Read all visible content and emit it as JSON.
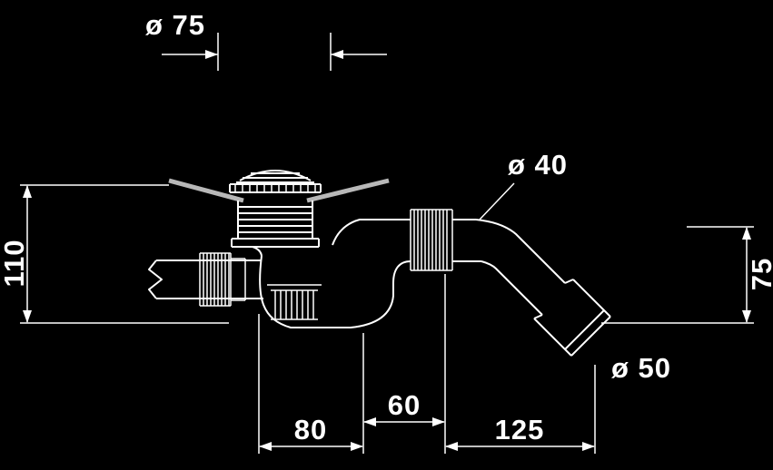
{
  "colors": {
    "background": "#000000",
    "line": "#ffffff",
    "tray_line": "#b8b8b8"
  },
  "dimensions": {
    "top_diameter": "ø 75",
    "branch_diameter": "ø 40",
    "height_left": "110",
    "height_right": "75",
    "outlet_diameter": "ø 50",
    "width_center": "80",
    "width_branch": "60",
    "width_outlet": "125"
  }
}
